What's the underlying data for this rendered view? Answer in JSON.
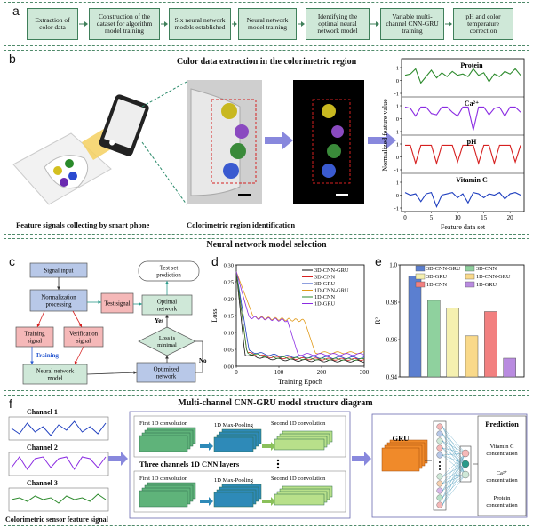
{
  "panel_a": {
    "label": "a",
    "steps": [
      "Extraction of color data",
      "Construction of the dataset for algorithm model training",
      "Six neural network models established",
      "Neural network model training",
      "Identifying the optimal neural network model",
      "Variable multi-channel CNN-GRU training",
      "pH and color temperature correction"
    ]
  },
  "panel_b": {
    "label": "b",
    "title": "Color data extraction in the colorimetric region",
    "caption_left": "Feature signals collecting by smart phone",
    "caption_mid": "Colorimetric region identification",
    "chart_data": {
      "type": "line",
      "xlabel": "Feature data set",
      "ylabel": "Normalized feature value",
      "xlim": [
        0,
        22
      ],
      "xticks": [
        "0",
        "5",
        "10",
        "15",
        "20"
      ],
      "yticks": [
        "-1",
        "0",
        "1"
      ],
      "series": [
        {
          "name": "Protein",
          "color": "#2e8b2e",
          "values": [
            0.4,
            0.5,
            0.9,
            -0.2,
            0.3,
            0.8,
            0.2,
            0.6,
            0.3,
            0.7,
            0.4,
            0.5,
            0.3,
            0.9,
            0.4,
            0.6,
            -0.1,
            0.5,
            0.3,
            0.7,
            0.5,
            0.9,
            0.4
          ]
        },
        {
          "name": "Ca²⁺",
          "color": "#8a2be2",
          "values": [
            0.9,
            0.8,
            0.2,
            0.9,
            0.9,
            0.4,
            0.3,
            0.9,
            0.9,
            0.5,
            0.2,
            0.9,
            0.9,
            -0.9,
            0.9,
            0.9,
            0.3,
            0.8,
            0.9,
            0.2,
            0.9,
            0.9,
            0.5
          ]
        },
        {
          "name": "pH",
          "color": "#d62020",
          "values": [
            0.9,
            0.9,
            -0.5,
            0.9,
            0.9,
            0.9,
            -0.5,
            0.9,
            0.9,
            0.9,
            -0.4,
            0.9,
            0.9,
            0.9,
            -0.5,
            0.9,
            0.9,
            -0.5,
            0.9,
            0.9,
            0.9,
            -0.4,
            0.9
          ]
        },
        {
          "name": "Vitamin C",
          "color": "#1f3fbf",
          "values": [
            0.2,
            0.0,
            0.1,
            -0.5,
            0.1,
            0.2,
            -0.9,
            0.0,
            0.1,
            0.2,
            -0.2,
            0.1,
            -0.6,
            0.2,
            0.1,
            -0.2,
            0.1,
            0.0,
            0.2,
            -0.3,
            0.1,
            0.2,
            0.0
          ]
        }
      ]
    }
  },
  "panel_c": {
    "label": "c",
    "title": "Neural network model selection",
    "signal_input": "Signal input",
    "normalization": "Normalization processing",
    "test_signal": "Test signal",
    "training_signal": "Training signal",
    "verification_signal": "Verification signal",
    "training_label": "Training",
    "nn_model": "Neural network model",
    "test_pred": "Test set prediction",
    "optimal": "Optimal network",
    "yes": "Yes",
    "no": "No",
    "loss_min": "Loss is minimal",
    "optimized": "Optimized network"
  },
  "panel_d": {
    "label": "d",
    "chart_data": {
      "type": "line",
      "xlabel": "Training Epoch",
      "ylabel": "Loss",
      "xlim": [
        0,
        300
      ],
      "ylim": [
        0,
        0.3
      ],
      "xticks": [
        0,
        100,
        200,
        300
      ],
      "yticks": [
        0.0,
        0.05,
        0.1,
        0.15,
        0.2,
        0.25,
        0.3
      ],
      "series": [
        {
          "name": "3D-CNN-GRU",
          "color": "#111111"
        },
        {
          "name": "3D-CNN",
          "color": "#d62020"
        },
        {
          "name": "3D-GRU",
          "color": "#1f3fbf"
        },
        {
          "name": "1D-CNN-GRU",
          "color": "#e09a1a"
        },
        {
          "name": "1D-CNN",
          "color": "#2e8b2e"
        },
        {
          "name": "1D-GRU",
          "color": "#8a2be2"
        }
      ]
    }
  },
  "panel_e": {
    "label": "e",
    "chart_data": {
      "type": "bar",
      "ylabel": "R²",
      "ylim": [
        0.94,
        1.0
      ],
      "yticks": [
        "0.94",
        "0.96",
        "0.98",
        "1.0"
      ],
      "series": [
        {
          "name": "3D-CNN-GRU",
          "value": 0.994,
          "color": "#5b7fd0"
        },
        {
          "name": "3D-CNN",
          "value": 0.981,
          "color": "#8fd19e"
        },
        {
          "name": "3D-GRU",
          "value": 0.977,
          "color": "#f5f0b0"
        },
        {
          "name": "1D-CNN-GRU",
          "value": 0.962,
          "color": "#f9d98a"
        },
        {
          "name": "1D-CNN",
          "value": 0.975,
          "color": "#f28080"
        },
        {
          "name": "1D-GRU",
          "value": 0.95,
          "color": "#b98be0"
        }
      ]
    }
  },
  "panel_f": {
    "label": "f",
    "title": "Multi-channel CNN-GRU model structure diagram",
    "channels": [
      "Channel 1",
      "Channel 2",
      "Channel 3"
    ],
    "caption": "Colorimetric sensor feature signal",
    "first_conv": "First 1D convolution",
    "max_pool": "1D Max-Pooling",
    "second_conv": "Second 1D convolution",
    "three_channels": "Three channels 1D CNN layers",
    "gru": "GRU",
    "prediction": "Prediction",
    "outputs": [
      "Vitamin C concentration",
      "Ca²⁺ concentration",
      "Protein concentration"
    ]
  }
}
